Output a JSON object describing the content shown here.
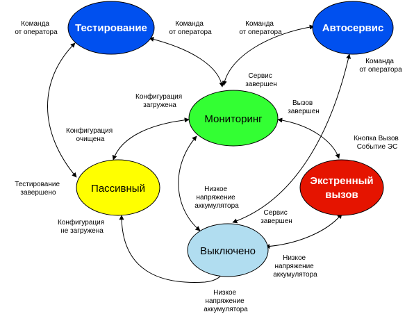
{
  "colors": {
    "testing": "#0050ef",
    "autoservice": "#0050ef",
    "monitoring": "#33ff33",
    "passive": "#ffff00",
    "emergency": "#e51400",
    "off": "#b1ddf0",
    "stroke": "#000000",
    "light_text": "#ffffff",
    "dark_text": "#000000"
  },
  "states": {
    "testing": "Тестирование",
    "autoservice": "Автосервис",
    "monitoring": "Мониторинг",
    "passive": "Пассивный",
    "emergency_line1": "Экстренный",
    "emergency_line2": "вызов",
    "off": "Выключено"
  },
  "edges": {
    "cmd_left": {
      "line1": "Команда",
      "line2": "от оператора"
    },
    "cmd_mid_l": {
      "line1": "Команда",
      "line2": "от оператора"
    },
    "cmd_mid_r": {
      "line1": "Команда",
      "line2": "от оператора"
    },
    "cmd_right": {
      "line1": "Команда",
      "line2": "от оператора"
    },
    "service_done_top": {
      "line1": "Сервис",
      "line2": "завершен"
    },
    "config_loaded": {
      "line1": "Конфигурация",
      "line2": "загружена"
    },
    "call_done": {
      "line1": "Вызов",
      "line2": "завершен"
    },
    "config_cleared": {
      "line1": "Конфигурация",
      "line2": "очищена"
    },
    "button_call": {
      "line1": "Кнопка Вызов",
      "line2": "Событие ЭС"
    },
    "testing_done": {
      "line1": "Тестирование",
      "line2": "завершено"
    },
    "low_batt_mid": {
      "line1": "Низкое",
      "line2": "напряжение",
      "line3": "аккумулятора"
    },
    "service_done_low": {
      "line1": "Сервис",
      "line2": "завершен"
    },
    "config_not_loaded": {
      "line1": "Конфигурация",
      "line2": "не загружена"
    },
    "low_batt_right": {
      "line1": "Низкое",
      "line2": "напряжение",
      "line3": "аккумулятора"
    },
    "low_batt_bottom": {
      "line1": "Низкое",
      "line2": "напряжение",
      "line3": "аккумулятора"
    }
  }
}
